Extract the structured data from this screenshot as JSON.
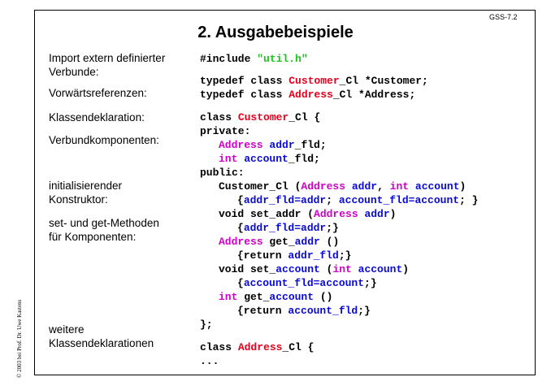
{
  "slide_id": "GSS-7.2",
  "title": "2. Ausgabebeispiele",
  "labels": {
    "l1a": "Import extern definierter",
    "l1b": "Verbunde:",
    "l2": "Vorwärtsreferenzen:",
    "l3": "Klassendeklaration:",
    "l4": "Verbundkomponenten:",
    "l5a": "initialisierender",
    "l5b": "Konstruktor:",
    "l6a": "set- und get-Methoden",
    "l6b": "für Komponenten:",
    "l7a": "weitere",
    "l7b": "Klassendeklarationen"
  },
  "code": {
    "include_kw": "#include ",
    "include_file": "\"util.h\"",
    "td1_a": "typedef class ",
    "td1_b": "Customer",
    "td1_c": "_Cl *Customer;",
    "td2_a": "typedef class ",
    "td2_b": "Address",
    "td2_c": "_Cl *Address;",
    "cls_a": "class ",
    "cls_b": "Customer",
    "cls_c": "_Cl {",
    "private": "private:",
    "f1_type": "Address",
    "f1_sp": " ",
    "f1_name": "addr",
    "f1_rest": "_fld;",
    "f2_type": "int",
    "f2_sp": " ",
    "f2_name": "account",
    "f2_rest": "_fld;",
    "public": "public:",
    "ctor_a": "Customer_Cl (",
    "ctor_t1": "Address",
    "ctor_sp1": " ",
    "ctor_n1": "addr",
    "ctor_c": ", ",
    "ctor_t2": "int",
    "ctor_sp2": " ",
    "ctor_n2": "account",
    "ctor_close": ")",
    "ctor_body_a": "{",
    "ctor_body_b": "addr_fld=addr",
    "ctor_body_c": "; ",
    "ctor_body_d": "account_fld=account",
    "ctor_body_e": "; }",
    "set1_a": "void set_addr (",
    "set1_t": "Address",
    "set1_sp": " ",
    "set1_n": "addr",
    "set1_close": ")",
    "set1_body_a": "{",
    "set1_body_b": "addr_fld=addr",
    "set1_body_c": ";}",
    "get1_t": "Address",
    "get1_a": " get_",
    "get1_n": "addr",
    "get1_b": " ()",
    "get1_body_a": "{return ",
    "get1_body_b": "addr_fld",
    "get1_body_c": ";}",
    "set2_a": "void set_",
    "set2_n": "account",
    "set2_b": " (",
    "set2_t": "int",
    "set2_sp": " ",
    "set2_pn": "account",
    "set2_close": ")",
    "set2_body_a": "{",
    "set2_body_b": "account_fld=account",
    "set2_body_c": ";}",
    "get2_t": "int",
    "get2_a": " get_",
    "get2_n": "account",
    "get2_b": " ()",
    "get2_body_a": "{return ",
    "get2_body_b": "account_fld",
    "get2_body_c": ";}",
    "end": "};",
    "cls2_a": "class ",
    "cls2_b": "Address",
    "cls2_c": "_Cl {",
    "ellipsis": "..."
  },
  "colors": {
    "red": "#e8001c",
    "magenta": "#d100c8",
    "blue": "#0a0ad8",
    "green": "#18c418"
  },
  "copyright": "© 2003 bei Prof. Dr. Uwe Kastens"
}
